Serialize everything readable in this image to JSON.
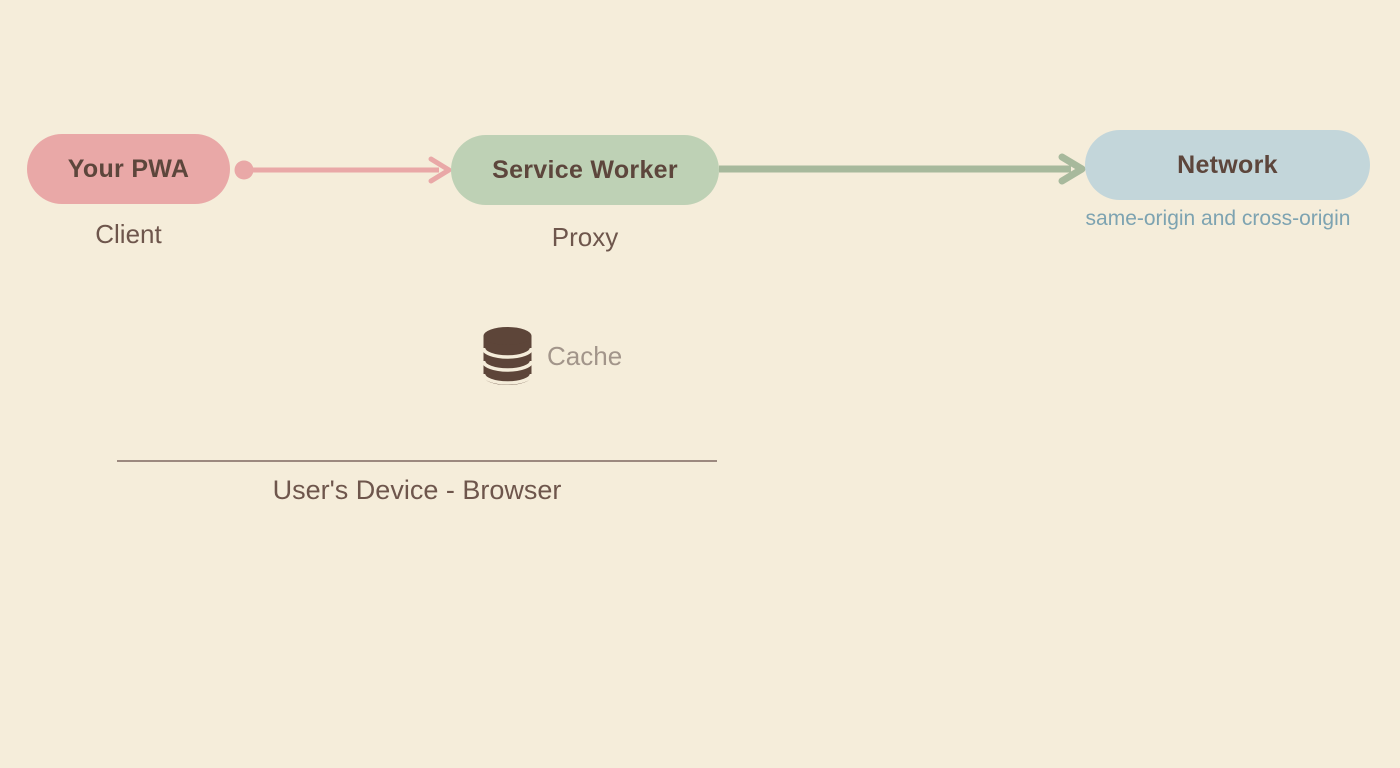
{
  "diagram": {
    "nodes": {
      "pwa": {
        "label": "Your PWA",
        "sublabel": "Client",
        "fill": "#e9a8a7"
      },
      "service_worker": {
        "label": "Service Worker",
        "sublabel": "Proxy",
        "fill": "#bed1b5"
      },
      "network": {
        "label": "Network",
        "sublabel": "same-origin and cross-origin",
        "fill": "#c3d6da"
      }
    },
    "arrows": {
      "pwa_to_service_worker": {
        "from": "pwa",
        "to": "service_worker",
        "color": "#e9a8a7"
      },
      "service_worker_to_network": {
        "from": "service_worker",
        "to": "network",
        "color": "#a7b99c"
      }
    },
    "cache": {
      "label": "Cache",
      "icon": "database-icon",
      "icon_color": "#5d4539",
      "label_color": "#a2958a"
    },
    "device_boundary": {
      "label": "User's Device - Browser",
      "line_color": "#9c897f"
    },
    "colors": {
      "background": "#f5edda",
      "node_label_text": "#5d463c",
      "sublabel_text": "#6e564c",
      "network_sublabel_text": "#7da3b1"
    }
  }
}
